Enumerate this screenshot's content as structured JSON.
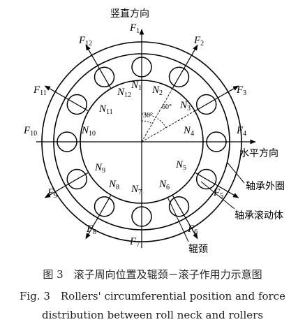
{
  "diagram": {
    "vertical_direction": "竖直方向",
    "horizontal_direction": "水平方向",
    "outer_race": "轴承外圈",
    "rolling_element": "轴承滚动体",
    "roll_neck": "辊颈",
    "angle_30": "30°",
    "angle_60": "60°",
    "force_letter": "F",
    "normal_letter": "N",
    "indices": [
      "1",
      "2",
      "3",
      "4",
      "5",
      "6",
      "7",
      "8",
      "9",
      "10",
      "11",
      "12"
    ]
  },
  "caption": {
    "zh": "图 3　滚子周向位置及辊颈－滚子作用力示意图",
    "en_line1": "Fig. 3　Rollers' circumferential position and force",
    "en_line2": "distribution between roll neck and rollers"
  }
}
